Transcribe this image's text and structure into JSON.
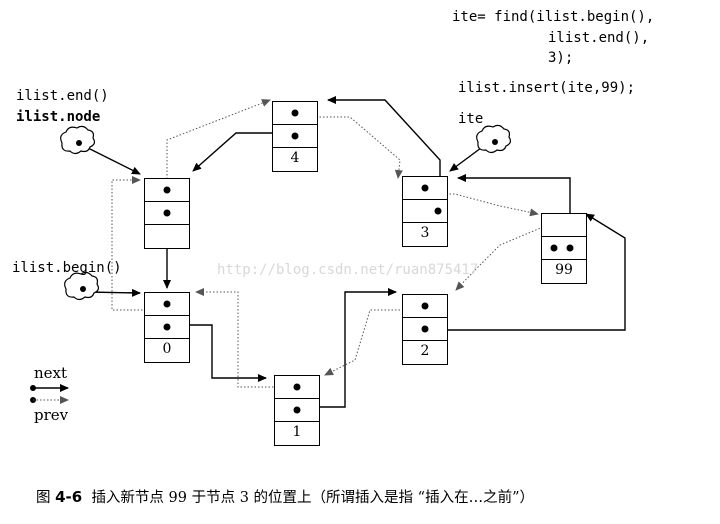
{
  "code": {
    "find_line1": "ite= find(ilist.begin(),",
    "find_line2": "ilist.end(),",
    "find_line3": "3);",
    "insert_line": "ilist.insert(ite,99);"
  },
  "labels": {
    "end_call": "ilist.end()",
    "node_member": "ilist.node",
    "ite": "ite",
    "begin_call": "ilist.begin()"
  },
  "nodes": {
    "n_empty": "",
    "n0": "0",
    "n1": "1",
    "n2": "2",
    "n3": "3",
    "n4": "4",
    "n99": "99"
  },
  "legend": {
    "next": "next",
    "prev": "prev"
  },
  "watermark": "http://blog.csdn.net/ruan875417",
  "caption": {
    "fig_prefix": "图",
    "fig_number": "4-6",
    "text": "插入新节点 99 于节点 3 的位置上（所谓插入是指 “插入在…之前”）"
  }
}
